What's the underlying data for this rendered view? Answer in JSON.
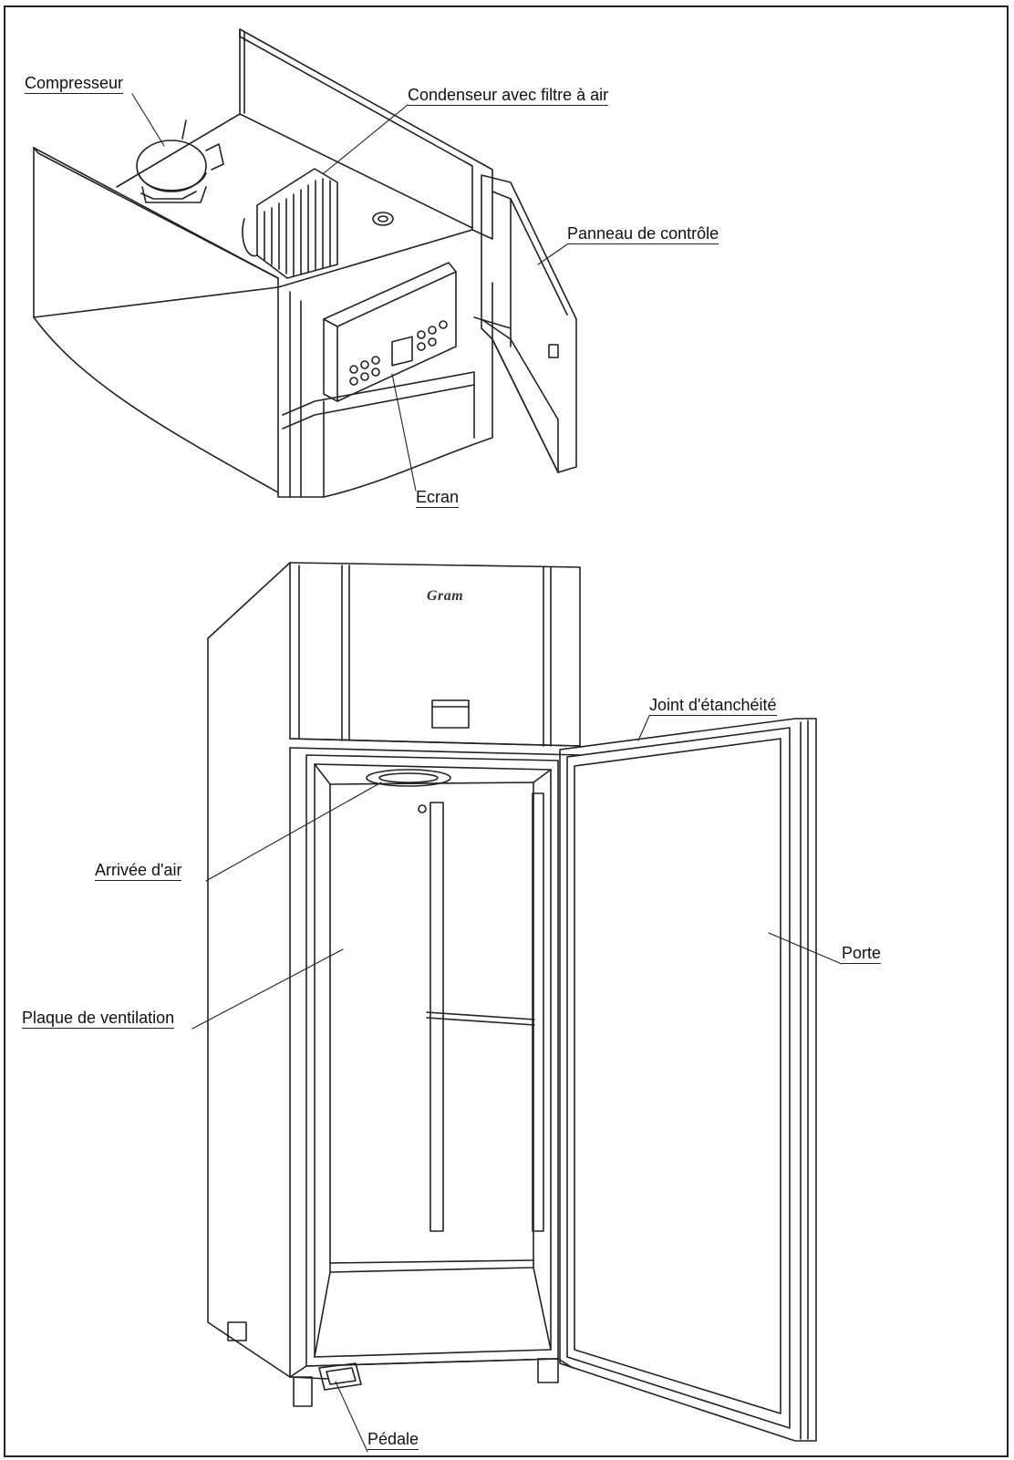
{
  "top_view": {
    "labels": {
      "compressor": "Compresseur",
      "condenser": "Condenseur avec filtre à air",
      "control_panel": "Panneau de contrôle",
      "screen": "Ecran"
    }
  },
  "cabinet_view": {
    "labels": {
      "door_seal": "Joint d'étanchéité",
      "air_inlet": "Arrivée d'air",
      "door": "Porte",
      "ventilation_plate": "Plaque de ventilation",
      "pedal": "Pédale"
    },
    "brand_mark": "Gram"
  },
  "colors": {
    "line": "#222222",
    "background": "#ffffff"
  }
}
